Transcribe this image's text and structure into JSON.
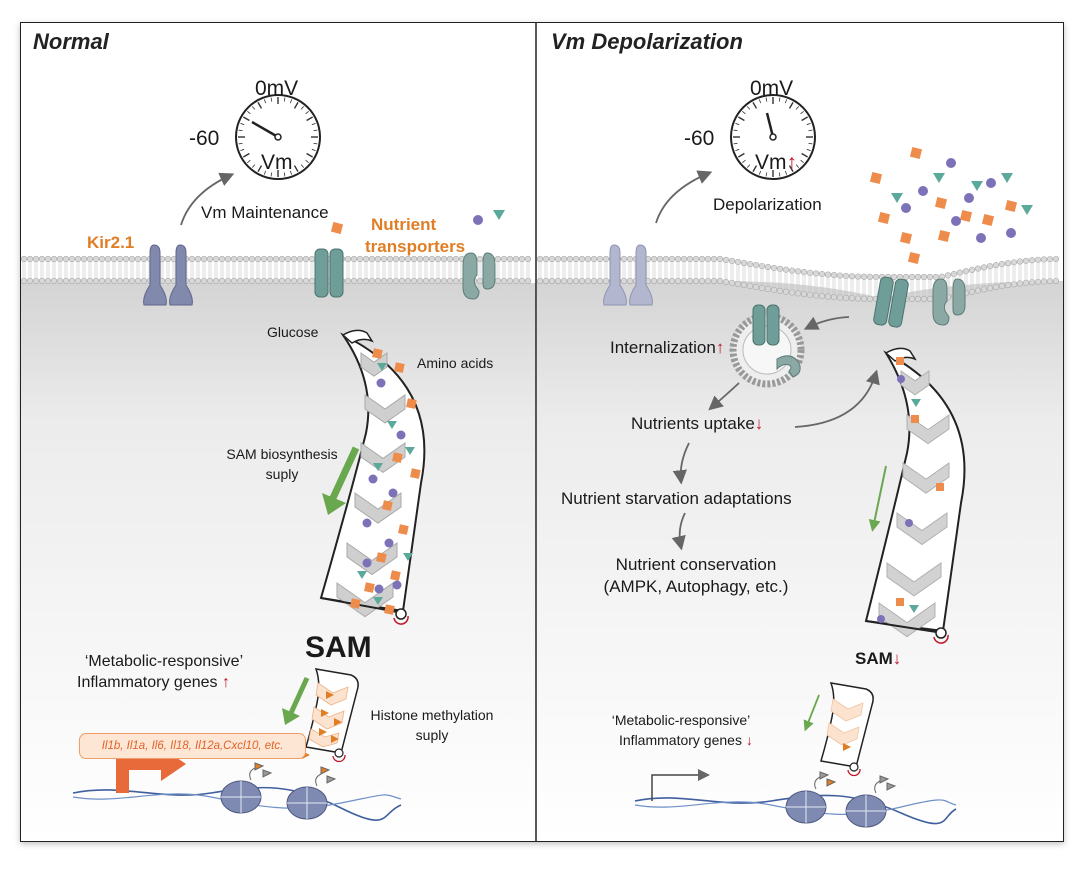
{
  "panels": {
    "left": {
      "title": "Normal",
      "gauge": {
        "zero": "0mV",
        "neg": "-60",
        "vm": "Vm"
      },
      "vm_maintenance": "Vm Maintenance",
      "kir": "Kir2.1",
      "nutrient_transporters_1": "Nutrient",
      "nutrient_transporters_2": "transporters",
      "glucose": "Glucose",
      "amino_acids": "Amino acids",
      "sam_biosynthesis_1": "SAM biosynthesis",
      "sam_biosynthesis_2": "suply",
      "sam": "SAM",
      "metabolic_responsive": "‘Metabolic-responsive’",
      "inflammatory_genes": "Inflammatory genes",
      "gene_list": "Il1b, Il1a, Il6, Il18, Il12a,Cxcl10, etc.",
      "histone_1": "Histone methylation",
      "histone_2": "suply"
    },
    "right": {
      "title": "Vm Depolarization",
      "gauge": {
        "zero": "0mV",
        "neg": "-60",
        "vm": "Vm"
      },
      "depolarization": "Depolarization",
      "internalization": "Internalization",
      "nutrients_uptake": "Nutrients uptake",
      "starvation": "Nutrient starvation adaptations",
      "conservation_1": "Nutrient conservation",
      "conservation_2": "(AMPK, Autophagy, etc.)",
      "sam": "SAM",
      "metabolic_responsive": "‘Metabolic-responsive’",
      "inflammatory_genes": "Inflammatory genes"
    }
  },
  "arrows": {
    "up": "↑",
    "down": "↓"
  },
  "colors": {
    "orange": "#e07e25",
    "red": "#c0172a",
    "green": "#6aa84f",
    "kir": "#8189ad",
    "transporter": "#6f9e98",
    "nucleosome": "#7f8ab3",
    "membrane": "#c9c9c9"
  }
}
